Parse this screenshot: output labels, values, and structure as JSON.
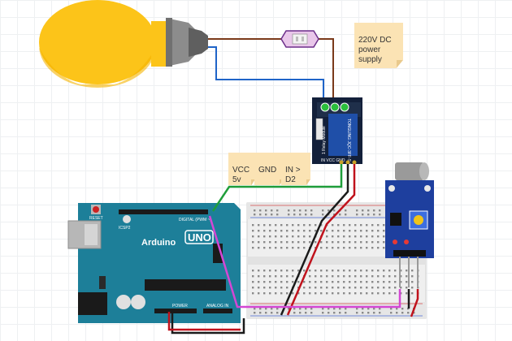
{
  "notes": {
    "supply": "220V DC\npower\nsupply",
    "vcc": "VCC\n5v",
    "gnd": "GND",
    "in": "IN >\nD2"
  },
  "board": {
    "uno_text": "UNO",
    "brand_text": "Arduino",
    "reset_text": "RESET",
    "digital_text": "DIGITAL (PWM ~)",
    "power_text": "POWER",
    "analog_text": "ANALOG IN",
    "icsp_text": "ICSP2"
  },
  "relay_module": {
    "side_text": "TONGLING JQC-3FF-S-Z",
    "label_text": "1 Relay Module",
    "pins_text": "IN VCC GND"
  },
  "colors": {
    "wire_blue": "#1f64c8",
    "wire_brown": "#7a3a1a",
    "wire_red": "#c0121c",
    "wire_black": "#1a1a1a",
    "wire_green": "#1f9e3a",
    "wire_magenta": "#d447d4",
    "board_teal": "#1d7f99",
    "relay_blue": "#1f4fa8",
    "sensor_blue": "#1e3f9e",
    "bulb_yellow": "#fcc419",
    "note_bg": "#fbe3b4"
  }
}
